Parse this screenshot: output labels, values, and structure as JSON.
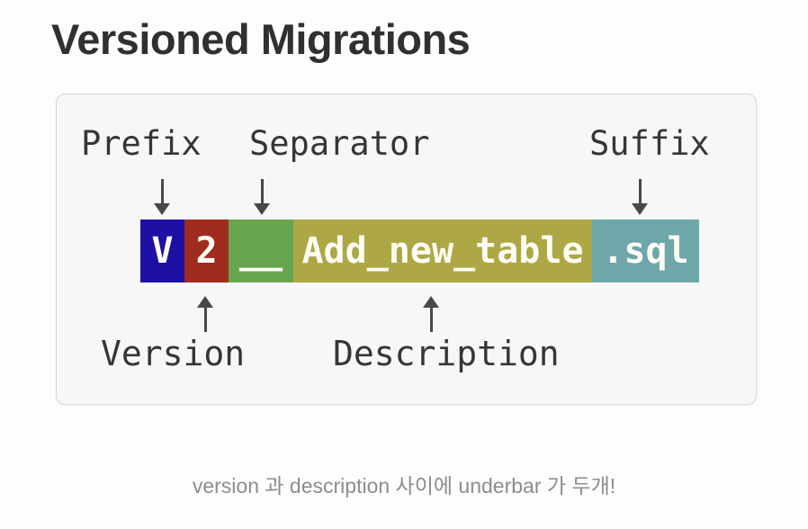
{
  "page": {
    "title": "Versioned Migrations"
  },
  "diagram": {
    "top_labels": [
      {
        "label": "Prefix"
      },
      {
        "label": "Separator"
      },
      {
        "label": "Suffix"
      }
    ],
    "filename_segments": [
      {
        "text": "V",
        "color": "#1e10a5"
      },
      {
        "text": "2",
        "color": "#a02b1e"
      },
      {
        "text": "__",
        "color": "#69a551"
      },
      {
        "text": "Add_new_table",
        "color": "#ada845"
      },
      {
        "text": ".sql",
        "color": "#6ea7a9"
      }
    ],
    "bottom_labels": [
      {
        "label": "Version"
      },
      {
        "label": "Description"
      }
    ],
    "segment_text_color": "#fefdf5",
    "panel_background": "#f7f7f7"
  },
  "caption": {
    "text": "version 과 description 사이에 underbar 가 두개!"
  }
}
